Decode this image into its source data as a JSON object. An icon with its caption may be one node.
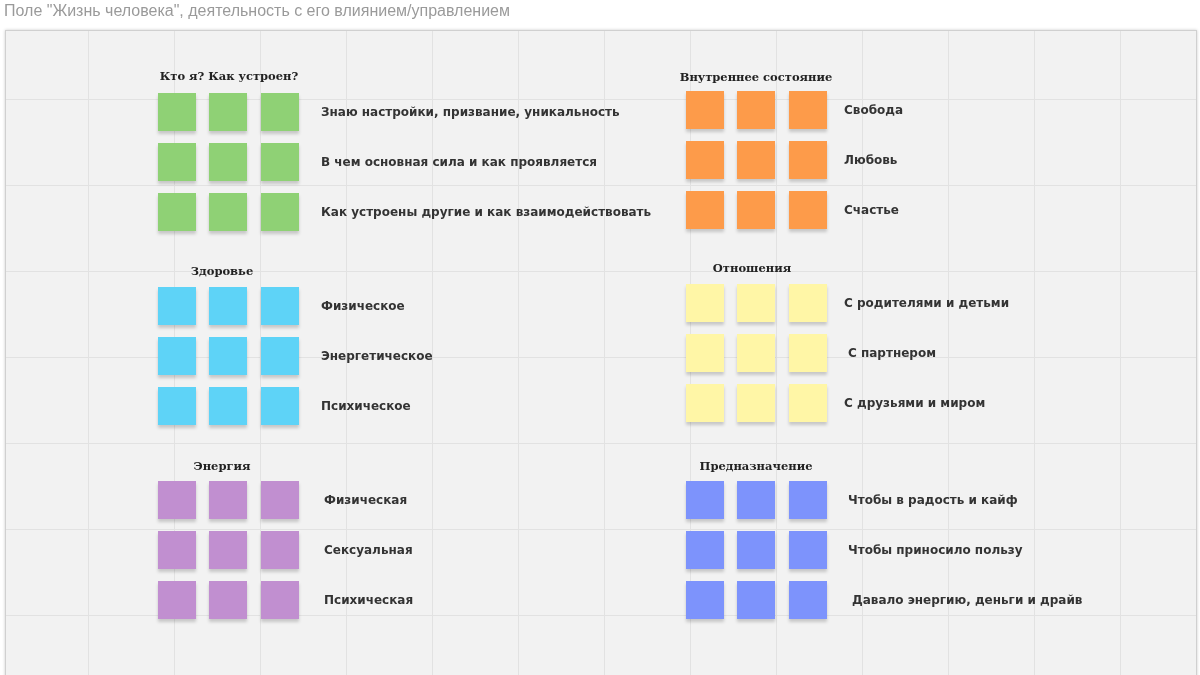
{
  "diagram": {
    "title": "Поле \"Жизнь человека\", деятельность с его влиянием/управлением",
    "labels": [
      "Кто я? Как устроен?",
      "Знаю настройки, призвание, уникальность",
      "В чем основная сила и как проявляется",
      "Как устроены другие и как взаимодействовать",
      "Внутреннее состояние",
      "Свобода",
      "Любовь",
      "Счастье",
      "Здоровье",
      "Физическое",
      "Энергетическое",
      "Психическое",
      "Отношения",
      "С родителями и детьми",
      "С партнером",
      "С друзьями и миром",
      "Энергия",
      "Физическая",
      "Сексуальная",
      "Психическая",
      "Предназначение",
      "Чтобы в радость и кайф",
      "Чтобы приносило пользу",
      "Давало энергию, деньги и драйв"
    ]
  }
}
